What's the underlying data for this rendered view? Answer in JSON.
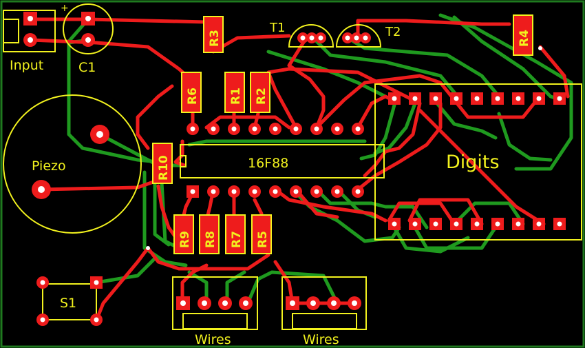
{
  "labels": {
    "input": "Input",
    "c1": "C1",
    "c1_plus": "+",
    "piezo": "Piezo",
    "t1": "T1",
    "t2": "T2",
    "chip": "16F88",
    "digits": "Digits",
    "s1": "S1",
    "wires_left": "Wires",
    "wires_right": "Wires"
  },
  "resistors": {
    "r1": "R1",
    "r2": "R2",
    "r3": "R3",
    "r4": "R4",
    "r5": "R5",
    "r6": "R6",
    "r7": "R7",
    "r8": "R8",
    "r9": "R9",
    "r10": "R10"
  },
  "colors": {
    "background": "#000000",
    "silkscreen": "#f2f21e",
    "top_copper": "#ee1c1c",
    "bottom_copper": "#1f9a1f",
    "pad_hole": "#ffffff"
  }
}
